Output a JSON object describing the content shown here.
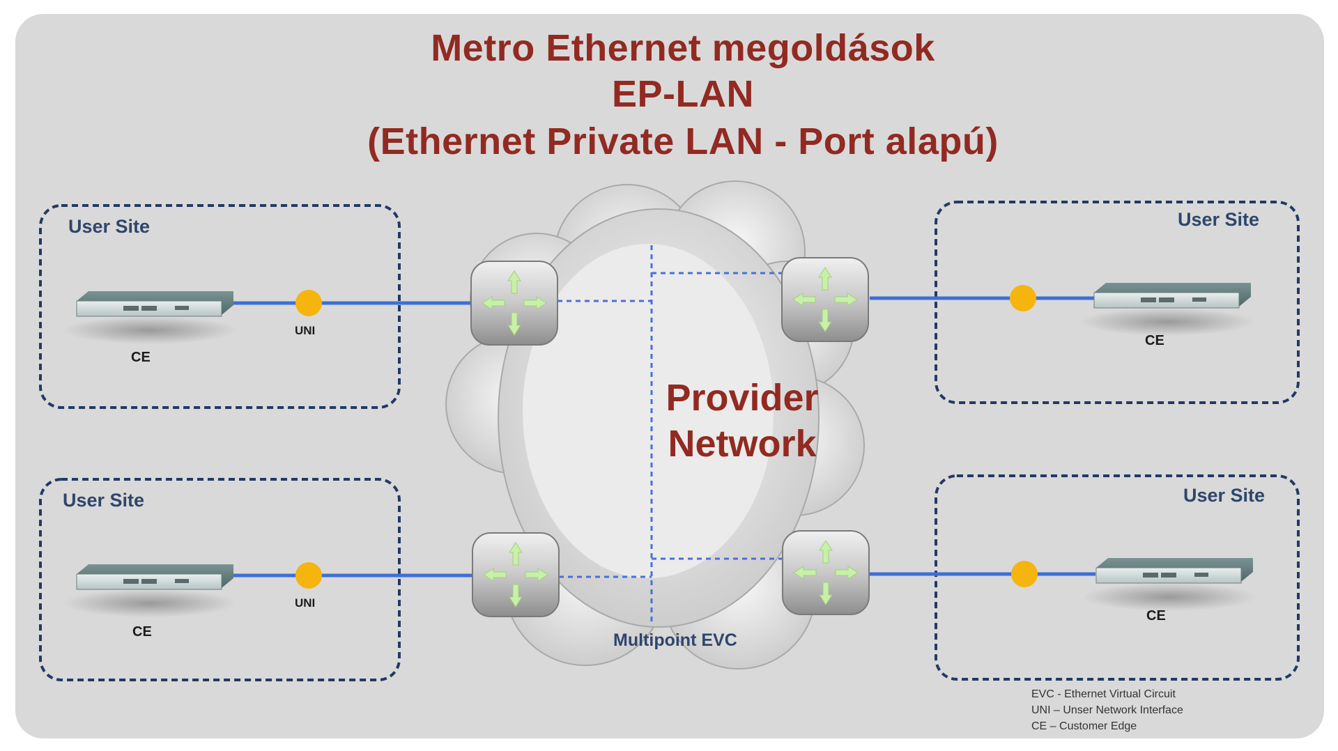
{
  "title": {
    "line1": "Metro Ethernet megoldások",
    "line2": "EP-LAN",
    "line3": "(Ethernet Private LAN - Port alapú)"
  },
  "sites": {
    "top_left": {
      "label": "User Site",
      "ce": "CE",
      "uni": "UNI"
    },
    "bottom_left": {
      "label": "User Site",
      "ce": "CE",
      "uni": "UNI"
    },
    "top_right": {
      "label": "User Site",
      "ce": "CE"
    },
    "bottom_right": {
      "label": "User Site",
      "ce": "CE"
    }
  },
  "cloud": {
    "label_line1": "Provider",
    "label_line2": "Network",
    "evc": "Multipoint EVC"
  },
  "legend": [
    "EVC - Ethernet Virtual Circuit",
    "UNI – Unser Network Interface",
    "CE – Customer Edge"
  ],
  "colors": {
    "title": "#922a22",
    "site_label": "#2f466b",
    "link": "#3f6fd6",
    "uni_dot": "#f6b40e",
    "panel_bg": "#d9d9d9"
  }
}
